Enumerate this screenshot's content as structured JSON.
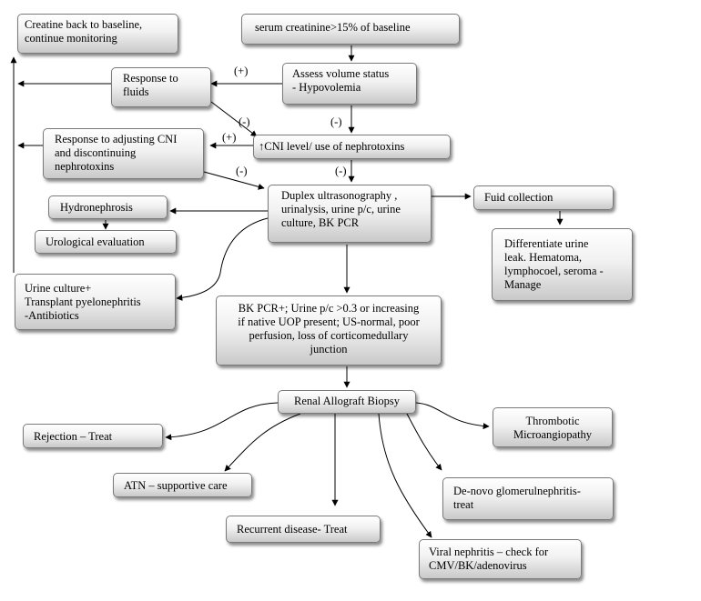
{
  "nodes": {
    "creatine_baseline": "Creatine back to baseline,\ncontinue monitoring",
    "serum_creatinine": "serum creatinine>15%  of baseline",
    "response_fluids": "Response to\nfluids",
    "assess_volume": "Assess volume status\n - Hypovolemia",
    "response_cni": "Response to adjusting CNI\nand discontinuing\nnephrotoxins",
    "cni_level": "CNI level/ use of nephrotoxins",
    "cni_arrow_glyph": "↑",
    "duplex": "Duplex ultrasonography  ,\nurinalysis, urine p/c, urine\nculture, BK PCR",
    "fluid_collection": "Fuid collection",
    "hydronephrosis": "Hydronephrosis",
    "urological_eval": "Urological evaluation",
    "differentiate_urine": "Differentiate urine\nleak. Hematoma,\nlymphocoel, seroma -\nManage",
    "urine_culture": "Urine culture+\nTransplant pyelonephritis\n-Antibiotics",
    "bk_pcr": "BK PCR+; Urine p/c >0.3 or increasing\nif native UOP present;  US-normal,  poor\nperfusion, loss of corticomedullary\njunction",
    "renal_biopsy": "Renal Allograft Biopsy",
    "rejection": "Rejection – Treat",
    "thrombotic": "Thrombotic\nMicroangiopathy",
    "atn": "ATN – supportive care",
    "denovo": "De-novo glomerulnephritis-\ntreat",
    "recurrent": "Recurrent disease- Treat",
    "viral": "Viral nephritis  – check for\nCMV/BK/adenovirus"
  },
  "edge_labels": {
    "plus_fluids": "(+)",
    "minus_fluids": "(-)",
    "minus_volume": "(-)",
    "plus_cni": "(+)",
    "minus_cni_response": "(-)",
    "minus_cni": "(-)"
  }
}
